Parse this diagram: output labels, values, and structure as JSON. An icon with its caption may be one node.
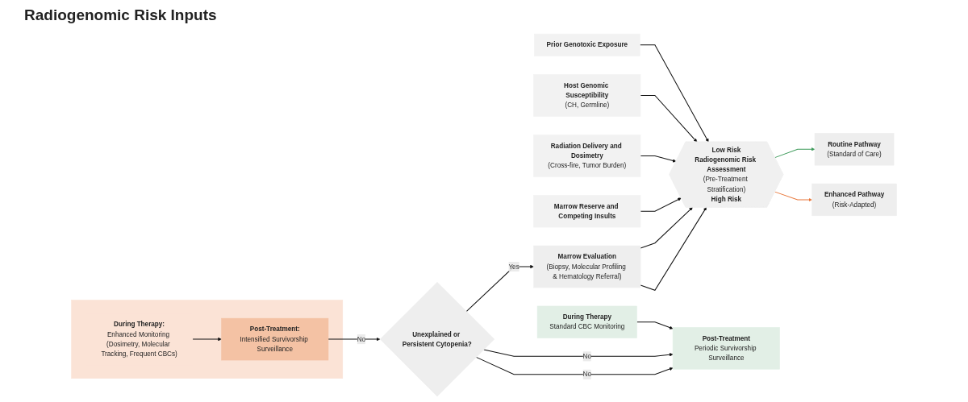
{
  "diagram": {
    "title": "Radiogenomic Risk Inputs",
    "nodes": [
      {
        "text": [
          "Prior Genotoxic Exposure"
        ]
      },
      {
        "text": [
          "Host Genomic Susceptibility",
          "(CH, Germline)"
        ]
      },
      {
        "text": [
          "Radiation Delivery and Dosimetry",
          "(Cross-fire, Tumor Burden)"
        ]
      },
      {
        "text": [
          "Marrow Reserve and Competing Insults"
        ]
      },
      {
        "text": [
          "Low Risk",
          "Radiogenomic Risk Assessment",
          "(Pre-Treatment Stratification)",
          "High Risk"
        ]
      },
      {
        "text": [
          "Routine Pathway",
          "(Standard of Care)"
        ]
      },
      {
        "text": [
          "During Therapy",
          "Standard CBC Monitoring"
        ]
      },
      {
        "text": [
          "Post-Treatment",
          "Periodic Survivorship Surveillance"
        ]
      },
      {
        "text": [
          "Unexplained or Persistent Cytopenia?"
        ]
      },
      {
        "text": [
          "Marrow Evaluation",
          "(Biopsy, Molecular Profiling & Hematology Referral)"
        ]
      },
      {
        "text": [
          "Enhanced Pathway",
          "(Risk-Adapted)"
        ]
      },
      {
        "text": [],
        "shape": "box"
      },
      {
        "text": [
          "During Therapy:",
          "Enhanced Monitoring (Dosimetry, Molecular Tracking, Frequent CBCs)"
        ],
        "in": 11
      },
      {
        "text": [
          "Post-Treatment:",
          "Intensified Survivorship Surveillance"
        ],
        "in": 11
      }
    ],
    "edges": [
      {
        "from": 0,
        "to": 4,
        "arrow": "to"
      },
      {
        "from": 1,
        "to": 4,
        "arrow": "to"
      },
      {
        "from": 2,
        "to": 4,
        "arrow": "to"
      },
      {
        "from": 3,
        "to": 4,
        "arrow": "to"
      },
      {
        "from": 4,
        "to": 5,
        "arrow": "to",
        "color": "#3d9a5a"
      },
      {
        "from": 4,
        "to": 10,
        "arrow": "to",
        "color": "#e8773a"
      },
      {
        "from": 6,
        "to": 7,
        "arrow": "to"
      },
      {
        "from": 8,
        "to": 7,
        "arrow": "to",
        "label": "No"
      },
      {
        "from": 8,
        "to": 7,
        "arrow": "to",
        "label": "No"
      },
      {
        "from": 8,
        "to": 9,
        "arrow": "to",
        "label": "Yes"
      },
      {
        "from": 13,
        "to": 8,
        "arrow": "to",
        "label": "No"
      },
      {
        "from": 12,
        "to": 13,
        "arrow": "to"
      },
      {
        "from": 9,
        "to": 4,
        "arrow": "to"
      },
      {
        "from": 9,
        "to": 4,
        "arrow": "to"
      }
    ]
  }
}
